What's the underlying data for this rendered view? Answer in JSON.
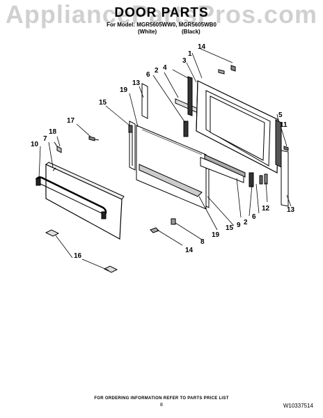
{
  "watermark": "AppliancePartsPros.com",
  "header": {
    "title": "DOOR PARTS",
    "for_model": "For Model: MGR5605WW0, MGR5605WB0",
    "variant_white": "(White)",
    "variant_black": "(Black)"
  },
  "callouts": [
    "1",
    "2",
    "3",
    "4",
    "5",
    "6",
    "7",
    "8",
    "9",
    "10",
    "11",
    "12",
    "13",
    "14",
    "15",
    "16",
    "17",
    "18",
    "19"
  ],
  "footer": {
    "ordering_note": "FOR ORDERING INFORMATION REFER TO PARTS PRICE LIST",
    "page_number": "8",
    "document_number": "W10337514"
  }
}
